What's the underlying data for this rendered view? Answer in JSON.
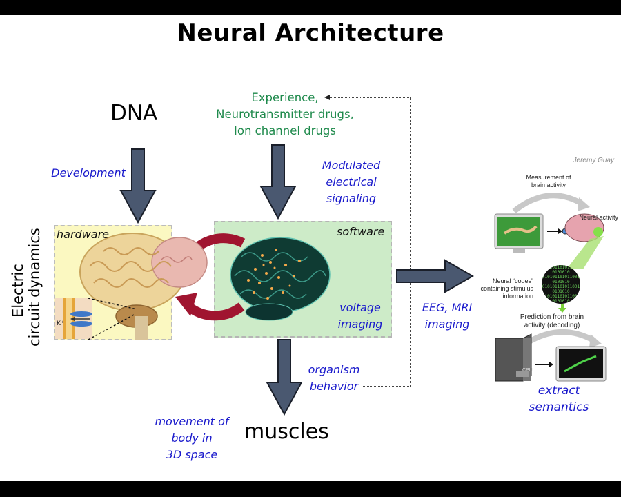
{
  "slide": {
    "title": "Neural Architecture",
    "sources": {
      "dna": "DNA",
      "inputs": [
        "Experience,",
        "Neurotransmitter drugs,",
        "Ion channel drugs"
      ]
    },
    "side_label": [
      "Electric",
      "circuit dynamics"
    ],
    "arrow_labels": {
      "development": "Development",
      "modulated": [
        "Modulated",
        "electrical signaling"
      ],
      "organism": [
        "organism",
        "behavior"
      ],
      "eeg": [
        "EEG, MRI",
        "imaging"
      ],
      "movement": [
        "movement of",
        "body in",
        "3D space"
      ],
      "extract": [
        "extract",
        "semantics"
      ]
    },
    "boxes": {
      "hardware": {
        "label": "hardware",
        "ion": "K⁺"
      },
      "software": {
        "label": "software",
        "imaging": [
          "voltage",
          "imaging"
        ]
      }
    },
    "output": "muscles",
    "decoding_figure": {
      "credit": "Jeremy Guay",
      "measurement": [
        "Measurement of",
        "brain activity"
      ],
      "neural_activity": "Neural activity",
      "codes": [
        "Neural “codes”",
        "containing stimulus",
        "information"
      ],
      "prediction": [
        "Prediction from brain",
        "activity (decoding)"
      ],
      "cpu": "CPU",
      "binary": "0101011010110010101010"
    },
    "colors": {
      "arrow": "#4a5870",
      "cycle": "#a01530",
      "blue_text": "#1a1acc",
      "green_text": "#1f8a4c",
      "hardware_bg": "#fbf8c1",
      "software_bg": "#cdebc8"
    }
  }
}
